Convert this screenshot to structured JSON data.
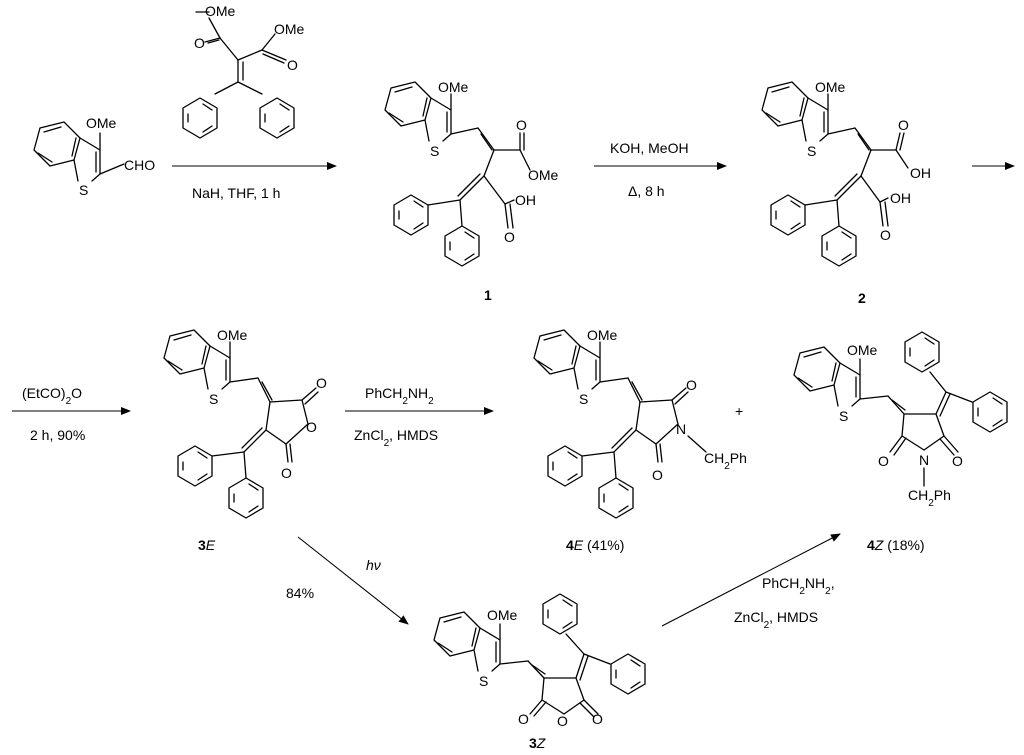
{
  "atoms": {
    "ome": "OMe",
    "s": "S",
    "cho": "CHO",
    "oh": "OH",
    "o": "O",
    "n": "N",
    "ch2": "CH",
    "ph": "Ph",
    "sub2": "2"
  },
  "reagent": {
    "ome_top": "OMe",
    "ome_side": "OMe"
  },
  "conditions": {
    "step1_below": "NaH, THF, 1 h",
    "step2_above": "KOH, MeOH",
    "step2_below": "Δ, 8 h",
    "step3_above_pre": "(EtCO)",
    "step3_above_sub": "2",
    "step3_above_post": "O",
    "step3_below": "2 h, 90%",
    "step4_above_pre": "PhCH",
    "step4_above_sub": "2",
    "step4_above_post": "NH",
    "step4_above_sub2": "2",
    "step4_below_pre": "ZnCl",
    "step4_below_sub": "2",
    "step4_below_post": ", HMDS",
    "photo": "hν",
    "photo_yield": "84%",
    "step5_above_pre": "PhCH",
    "step5_above_sub": "2",
    "step5_above_post": "NH",
    "step5_above_sub2": "2",
    "step5_above_end": ",",
    "step5_below_pre": "ZnCl",
    "step5_below_sub": "2",
    "step5_below_post": ", HMDS",
    "plus": "+"
  },
  "compounds": {
    "c1": "1",
    "c2": "2",
    "c3E_num": "3",
    "c3E_iso": "E",
    "c3Z_num": "3",
    "c3Z_iso": "Z",
    "c4E_num": "4",
    "c4E_iso": "E",
    "c4E_yield": " (41%)",
    "c4Z_num": "4",
    "c4Z_iso": "Z",
    "c4Z_yield": " (18%)"
  }
}
